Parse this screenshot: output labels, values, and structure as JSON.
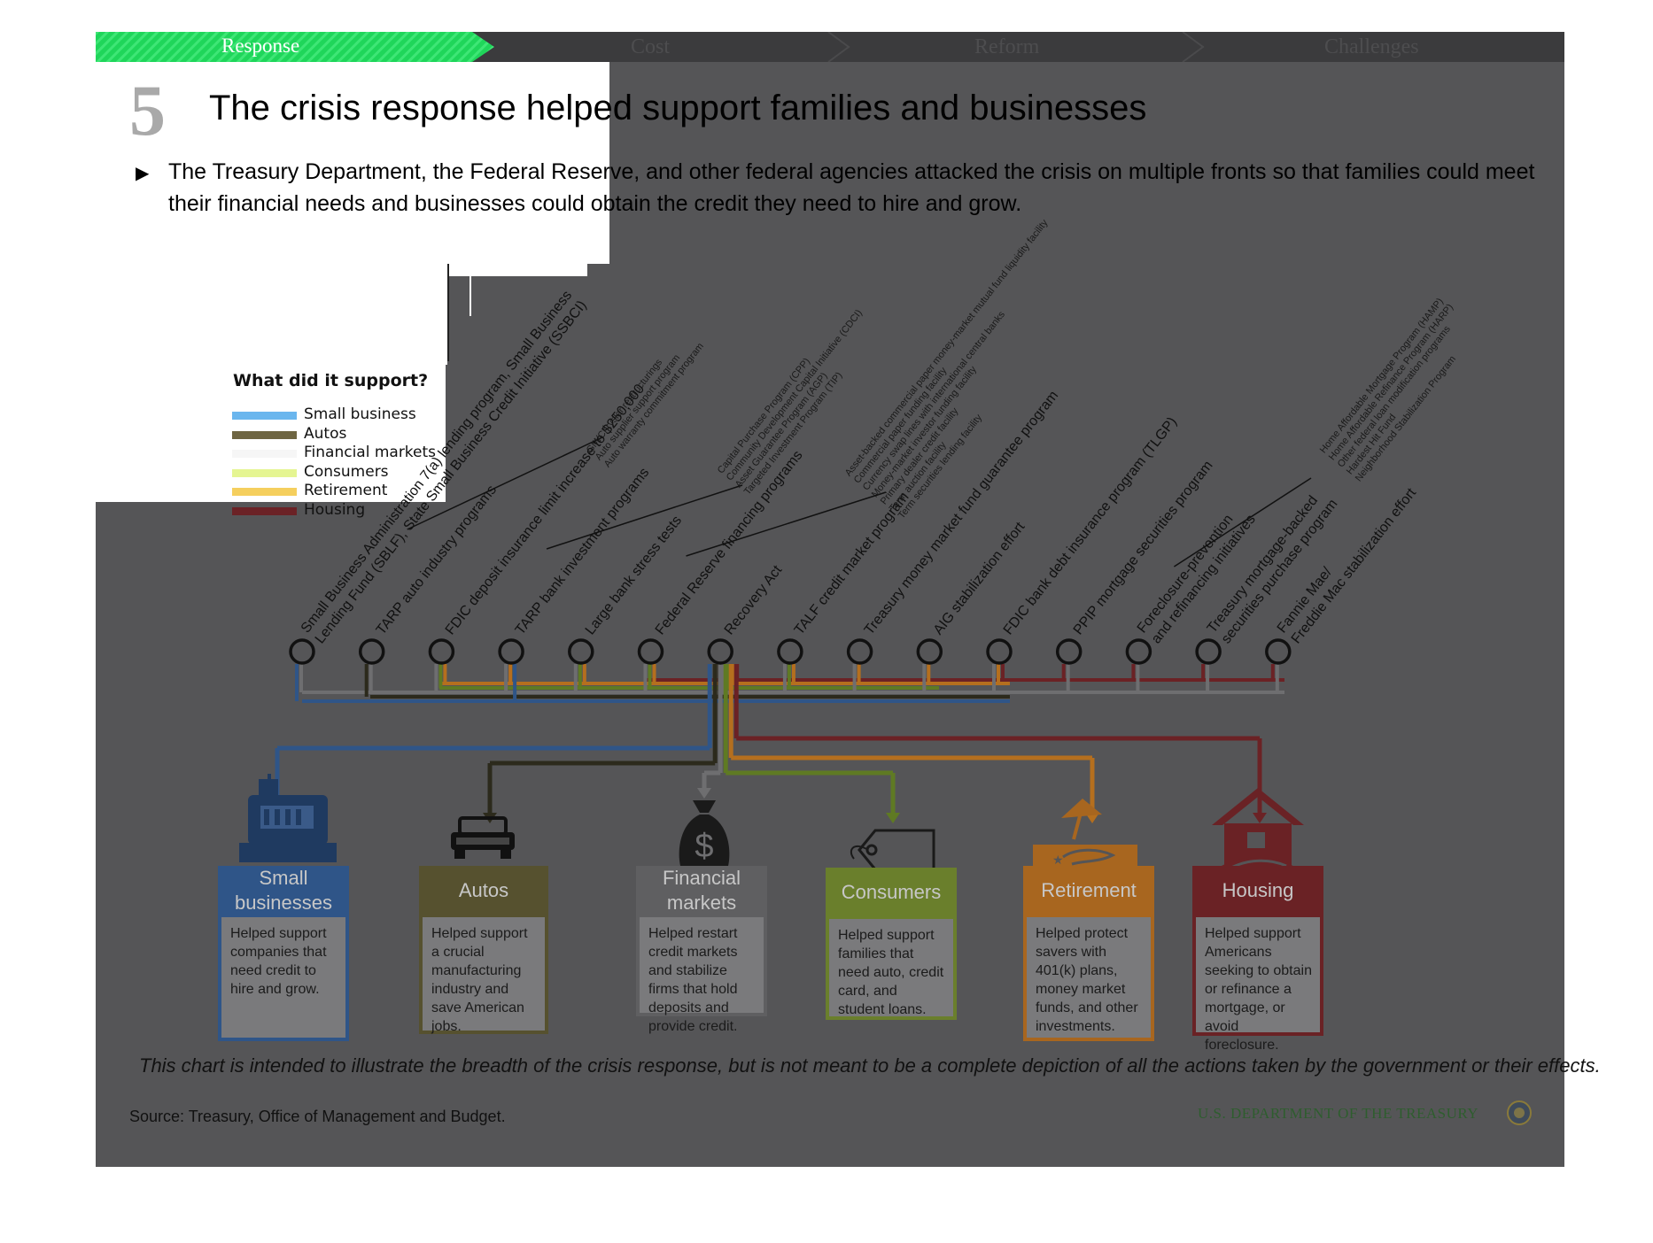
{
  "nav": {
    "tabs": [
      {
        "label": "Response",
        "active": true
      },
      {
        "label": "Cost"
      },
      {
        "label": "Reform"
      },
      {
        "label": "Challenges"
      }
    ]
  },
  "header": {
    "number": "5",
    "title": "The crisis response helped support families and businesses",
    "bullet": "The Treasury Department, the Federal Reserve, and other federal agencies attacked the crisis on multiple fronts so that families could meet their financial needs and businesses could obtain the credit they need to hire and grow."
  },
  "legend": {
    "title": "What did it support?",
    "items": [
      {
        "label": "Small business",
        "color": "#6ab6ee"
      },
      {
        "label": "Autos",
        "color": "#6e6542"
      },
      {
        "label": "Financial markets",
        "color": "#f6f6f6"
      },
      {
        "label": "Consumers",
        "color": "#e5f592"
      },
      {
        "label": "Retirement",
        "color": "#f5cf5e"
      },
      {
        "label": "Housing",
        "color": "#6b2226"
      }
    ]
  },
  "programs": [
    {
      "label": "Small Business Administration 7(a) lending program, Small Business Lending Fund (SBLF), State Small Business Credit Initiative (SSBCI)",
      "line1": "Small Business Administration 7(a) lending program, Small Business",
      "line2": "Lending Fund (SBLF), State Small Business Credit Initiative (SSBCI)"
    },
    {
      "label": "TARP auto industry programs",
      "subitems": [
        "GM/Chrysler restructurings",
        "Auto supplier support program",
        "Auto warranty commitment program"
      ]
    },
    {
      "label": "FDIC deposit insurance limit increase to $250,000"
    },
    {
      "label": "TARP bank investment programs",
      "subitems": [
        "Capital Purchase Program (CPP)",
        "Community Development Capital Initiative (CDCI)",
        "Asset Guarantee Program (AGP)",
        "Targeted Investment Program (TIP)"
      ]
    },
    {
      "label": "Large bank stress tests"
    },
    {
      "label": "Federal Reserve financing programs",
      "subitems": [
        "Asset-backed commercial paper money-market mutual fund liquidity facility",
        "Commercial paper funding facility",
        "Currency swap lines with international central banks",
        "Money-market investor funding facility",
        "Primary dealer credit facility",
        "Term auction facility",
        "Term securities lending facility"
      ]
    },
    {
      "label": "Recovery Act"
    },
    {
      "label": "TALF credit market program"
    },
    {
      "label": "Treasury money market fund guarantee program"
    },
    {
      "label": "AIG stabilization effort"
    },
    {
      "label": "FDIC bank debt insurance program (TLGP)"
    },
    {
      "label": "PPIP mortgage securities program"
    },
    {
      "label": "Foreclosure-prevention and refinancing initiatives",
      "line1": "Foreclosure-prevention",
      "line2": "and refinancing initiatives",
      "subitems": [
        "Home Affordable Mortgage Program (HAMP)",
        "Home Affordable Refinance Program (HARP)",
        "Other federal loan modification programs",
        "Hardest Hit Fund",
        "Neighborhood Stabilization Program"
      ]
    },
    {
      "label": "Treasury mortgage-backed securities purchase program",
      "line1": "Treasury mortgage-backed",
      "line2": "securities purchase  program"
    },
    {
      "label": "Fannie Mae/ Freddie Mac stabilization effort",
      "line1": "Fannie Mae/",
      "line2": "Freddie Mac stabilization effort"
    }
  ],
  "categories": [
    {
      "title": "Small businesses",
      "title1": "Small",
      "title2": "businesses",
      "icon": "cash-register-icon",
      "color": "#2f5588",
      "text": "Helped support companies that need credit to hire and grow."
    },
    {
      "title": "Autos",
      "icon": "car-icon",
      "color": "#56512f",
      "text": "Helped support a crucial manufacturing industry and save American jobs."
    },
    {
      "title": "Financial markets",
      "title1": "Financial",
      "title2": "markets",
      "icon": "money-bag-icon",
      "color": "#5f5f61",
      "text": "Helped restart credit markets and stabilize firms that hold deposits and provide credit."
    },
    {
      "title": "Consumers",
      "icon": "price-tag-icon",
      "color": "#6a7f2c",
      "text": "Helped support families that need auto, credit card, and student loans."
    },
    {
      "title": "Retirement",
      "icon": "beach-umbrella-icon",
      "color": "#a8661f",
      "text": "Helped protect savers with 401(k) plans, money market funds, and other investments."
    },
    {
      "title": "Housing",
      "icon": "house-icon",
      "color": "#6a2225",
      "text": "Helped support Americans seeking to obtain or refinance a mortgage, or avoid foreclosure."
    }
  ],
  "footer": {
    "disclaimer": "This chart is intended to illustrate the breadth of the crisis response, but is not meant to be a complete depiction of all the actions taken by the government or their effects.",
    "source": "Source: Treasury, Office of Management and Budget.",
    "department": "U.S. DEPARTMENT OF THE TREASURY"
  }
}
